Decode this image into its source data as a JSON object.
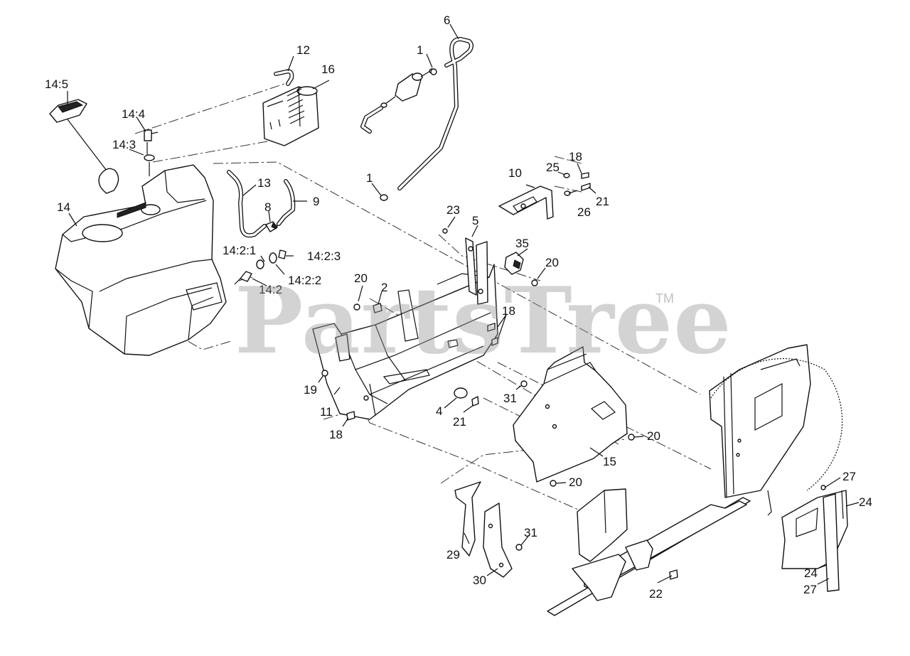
{
  "watermark": {
    "text": "PartsTree",
    "trademark": "TM"
  },
  "callouts": [
    {
      "id": "c-1a",
      "label": "1"
    },
    {
      "id": "c-1b",
      "label": "1"
    },
    {
      "id": "c-2",
      "label": "2"
    },
    {
      "id": "c-4",
      "label": "4"
    },
    {
      "id": "c-5",
      "label": "5"
    },
    {
      "id": "c-6",
      "label": "6"
    },
    {
      "id": "c-8",
      "label": "8"
    },
    {
      "id": "c-9",
      "label": "9"
    },
    {
      "id": "c-10",
      "label": "10"
    },
    {
      "id": "c-11",
      "label": "11"
    },
    {
      "id": "c-12",
      "label": "12"
    },
    {
      "id": "c-13",
      "label": "13"
    },
    {
      "id": "c-14",
      "label": "14"
    },
    {
      "id": "c-14-2",
      "label": "14:2"
    },
    {
      "id": "c-14-2-1",
      "label": "14:2:1"
    },
    {
      "id": "c-14-2-2",
      "label": "14:2:2"
    },
    {
      "id": "c-14-2-3",
      "label": "14:2:3"
    },
    {
      "id": "c-14-3",
      "label": "14:3"
    },
    {
      "id": "c-14-4",
      "label": "14:4"
    },
    {
      "id": "c-14-5",
      "label": "14:5"
    },
    {
      "id": "c-15",
      "label": "15"
    },
    {
      "id": "c-16",
      "label": "16"
    },
    {
      "id": "c-18a",
      "label": "18"
    },
    {
      "id": "c-18b",
      "label": "18"
    },
    {
      "id": "c-18c",
      "label": "18"
    },
    {
      "id": "c-19",
      "label": "19"
    },
    {
      "id": "c-20a",
      "label": "20"
    },
    {
      "id": "c-20b",
      "label": "20"
    },
    {
      "id": "c-20c",
      "label": "20"
    },
    {
      "id": "c-20d",
      "label": "20"
    },
    {
      "id": "c-21a",
      "label": "21"
    },
    {
      "id": "c-21b",
      "label": "21"
    },
    {
      "id": "c-22",
      "label": "22"
    },
    {
      "id": "c-23",
      "label": "23"
    },
    {
      "id": "c-24a",
      "label": "24"
    },
    {
      "id": "c-24b",
      "label": "24"
    },
    {
      "id": "c-25",
      "label": "25"
    },
    {
      "id": "c-26",
      "label": "26"
    },
    {
      "id": "c-27a",
      "label": "27"
    },
    {
      "id": "c-27b",
      "label": "27"
    },
    {
      "id": "c-29",
      "label": "29"
    },
    {
      "id": "c-30",
      "label": "30"
    },
    {
      "id": "c-31a",
      "label": "31"
    },
    {
      "id": "c-31b",
      "label": "31"
    },
    {
      "id": "c-35",
      "label": "35"
    }
  ]
}
